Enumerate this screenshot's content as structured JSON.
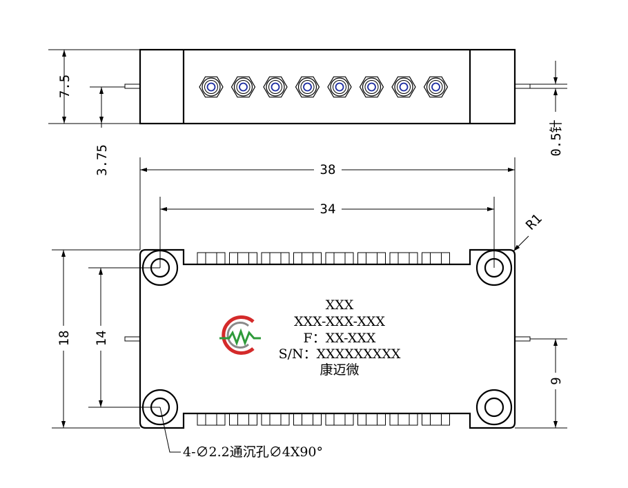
{
  "dimensions": {
    "top_height": "7.5",
    "pin_height": "3.75",
    "pin_diameter": "0.5针",
    "overall_width": "38",
    "hole_spacing_x": "34",
    "overall_height": "18",
    "hole_spacing_y": "14",
    "pin_offset": "9",
    "corner_radius": "R1"
  },
  "label": {
    "line1": "XXX",
    "line2": "XXX-XXX-XXX",
    "line3": "F：XX-XXX",
    "line4": "S/N：XXXXXXXXX",
    "line5": "康迈微"
  },
  "hole_note": "4-∅2.2通沉孔∅4X90°",
  "colors": {
    "connector_center": "#1a2aa0",
    "logo_red": "#d42a2a",
    "logo_gray": "#8a8a8a",
    "logo_green": "#2e9a3a"
  }
}
